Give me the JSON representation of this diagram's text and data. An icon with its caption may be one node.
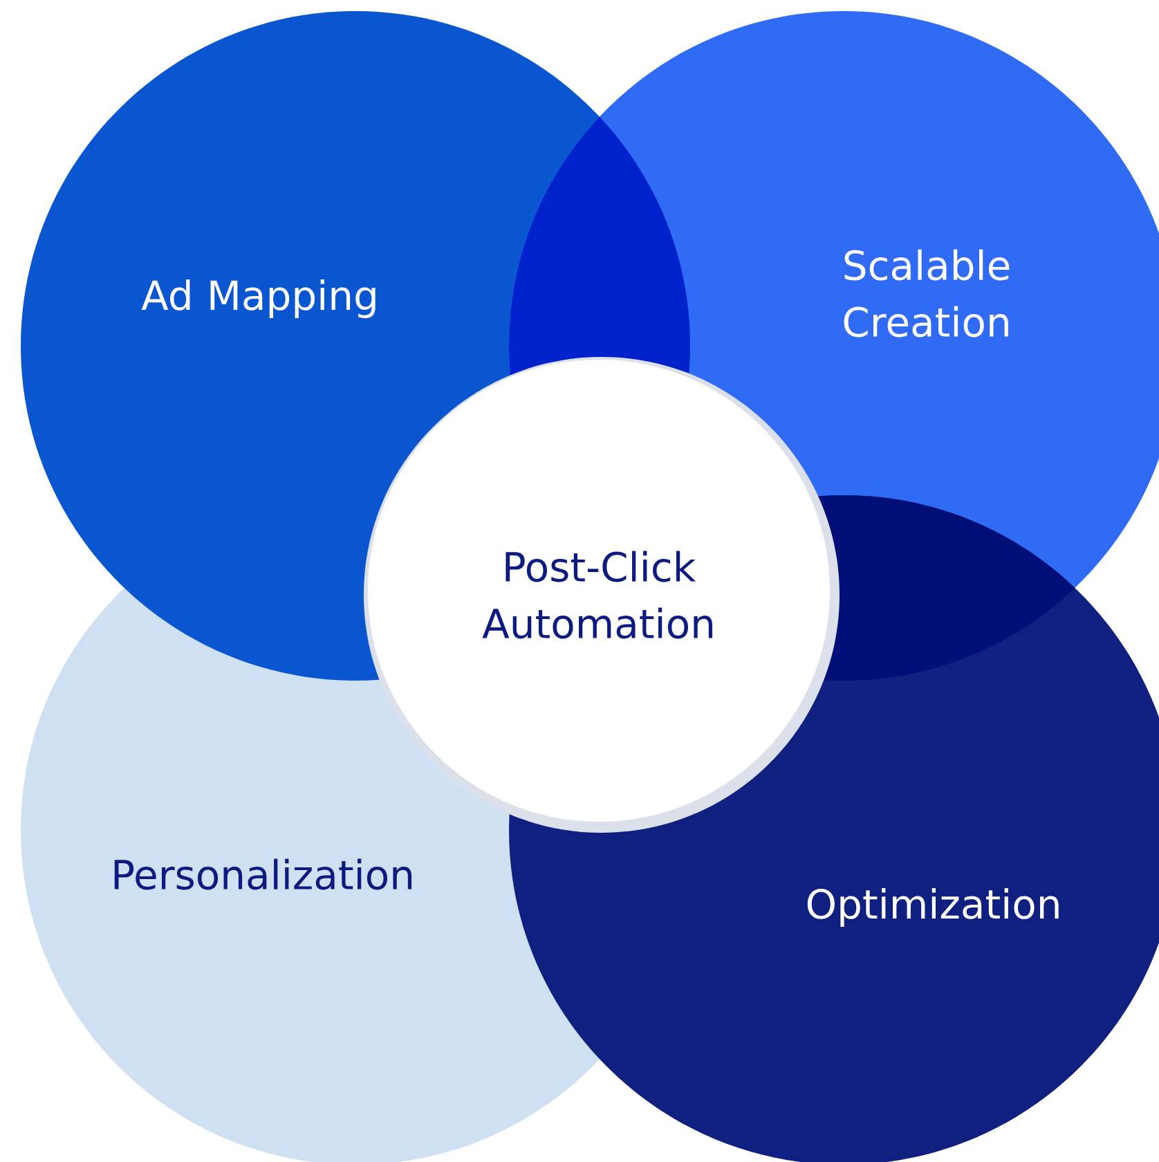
{
  "diagram": {
    "nodes": [
      {
        "text": [
          "Ad Mapping"
        ]
      },
      {
        "text": [
          "Scalable Creation"
        ]
      },
      {
        "text": [
          "Post-Click Automation"
        ]
      },
      {
        "text": [
          "Personalization"
        ]
      },
      {
        "text": [
          "Optimization"
        ]
      }
    ]
  }
}
